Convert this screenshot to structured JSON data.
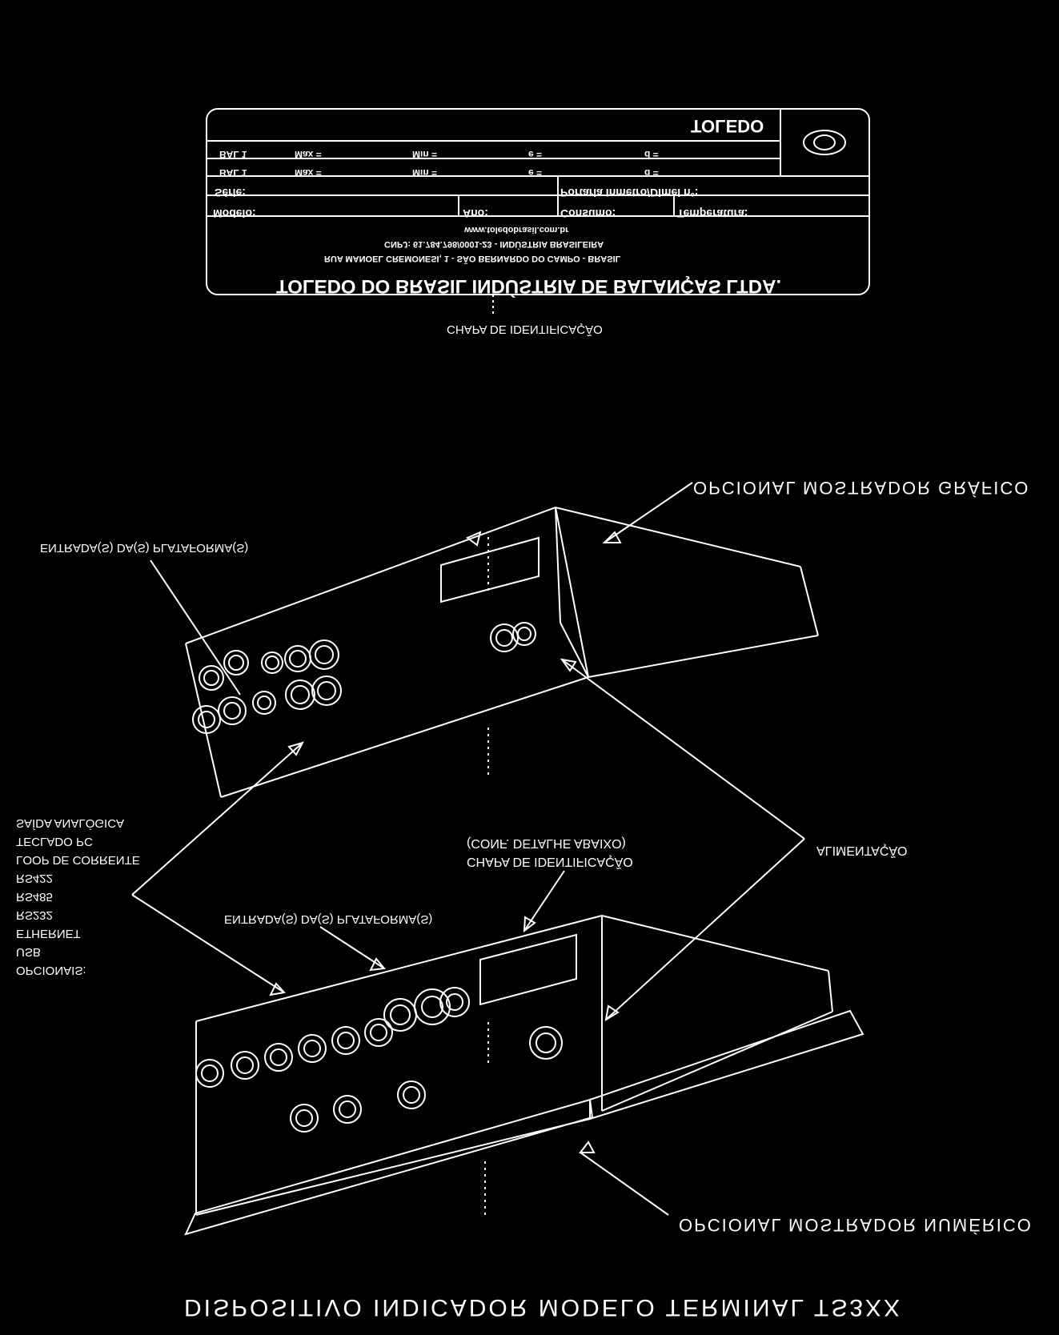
{
  "title": "DISPOSITIVO INDICADOR MODELO TERMINAL TS3XX",
  "plate": {
    "caption": "CHAPA DE IDENTIFICAÇÃO",
    "brand": "TOLEDO",
    "row1": {
      "bal": "BAL 1",
      "max": "Max =",
      "min": "Min =",
      "e": "e =",
      "d": "d ="
    },
    "row2": {
      "bal": "BAL 1",
      "max": "Max =",
      "min": "Min =",
      "e": "e =",
      "d": "d ="
    },
    "serie": "Série:",
    "portaria": "Portaria Inmetro/Dimel nº:",
    "modelo": "Modelo:",
    "ano": "Ano:",
    "consumo": "Consumo:",
    "temperatura": "Temperatura:",
    "website": "www.toledobrasil.com.br",
    "cnpj": "CNPJ: 61.784.798/0001-23 - INDÚSTRIA BRASILEIRA",
    "address": "RUA MANOEL CREMONESI, 1 - SÃO BERNARDO DO CAMPO - BRASIL",
    "company": "TOLEDO DO BRASIL INDÚSTRIA DE BALANÇAS LTDA."
  },
  "labels": {
    "grafico": "OPCIONAL MOSTRADOR GRÁFICO",
    "entrada_top": "ENTRADA(S) DA(S) PLATAFORMA(S)",
    "opcionais_list": [
      "OPCIONAIS:",
      "USB",
      "ETHERNET",
      "RS232",
      "RS485",
      "RS422",
      "LOOP DE CORRENTE",
      "TECLADO PC",
      "SAÍDA ANALÓGICA"
    ],
    "chapa_detalhe_1": "CHAPA DE IDENTIFICAÇÃO",
    "chapa_detalhe_2": "(CONF. DETALHE ABAIXO)",
    "alimentacao": "ALIMENTAÇÃO",
    "entrada_bottom": "ENTRADA(S) DA(S) PLATAFORMA(S)",
    "numerico": "OPCIONAL MOSTRADOR NUMÉRICO"
  }
}
